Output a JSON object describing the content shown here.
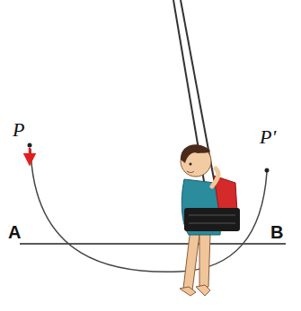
{
  "diagram": {
    "labels": [
      "P",
      "P'",
      "A",
      "B"
    ]
  }
}
